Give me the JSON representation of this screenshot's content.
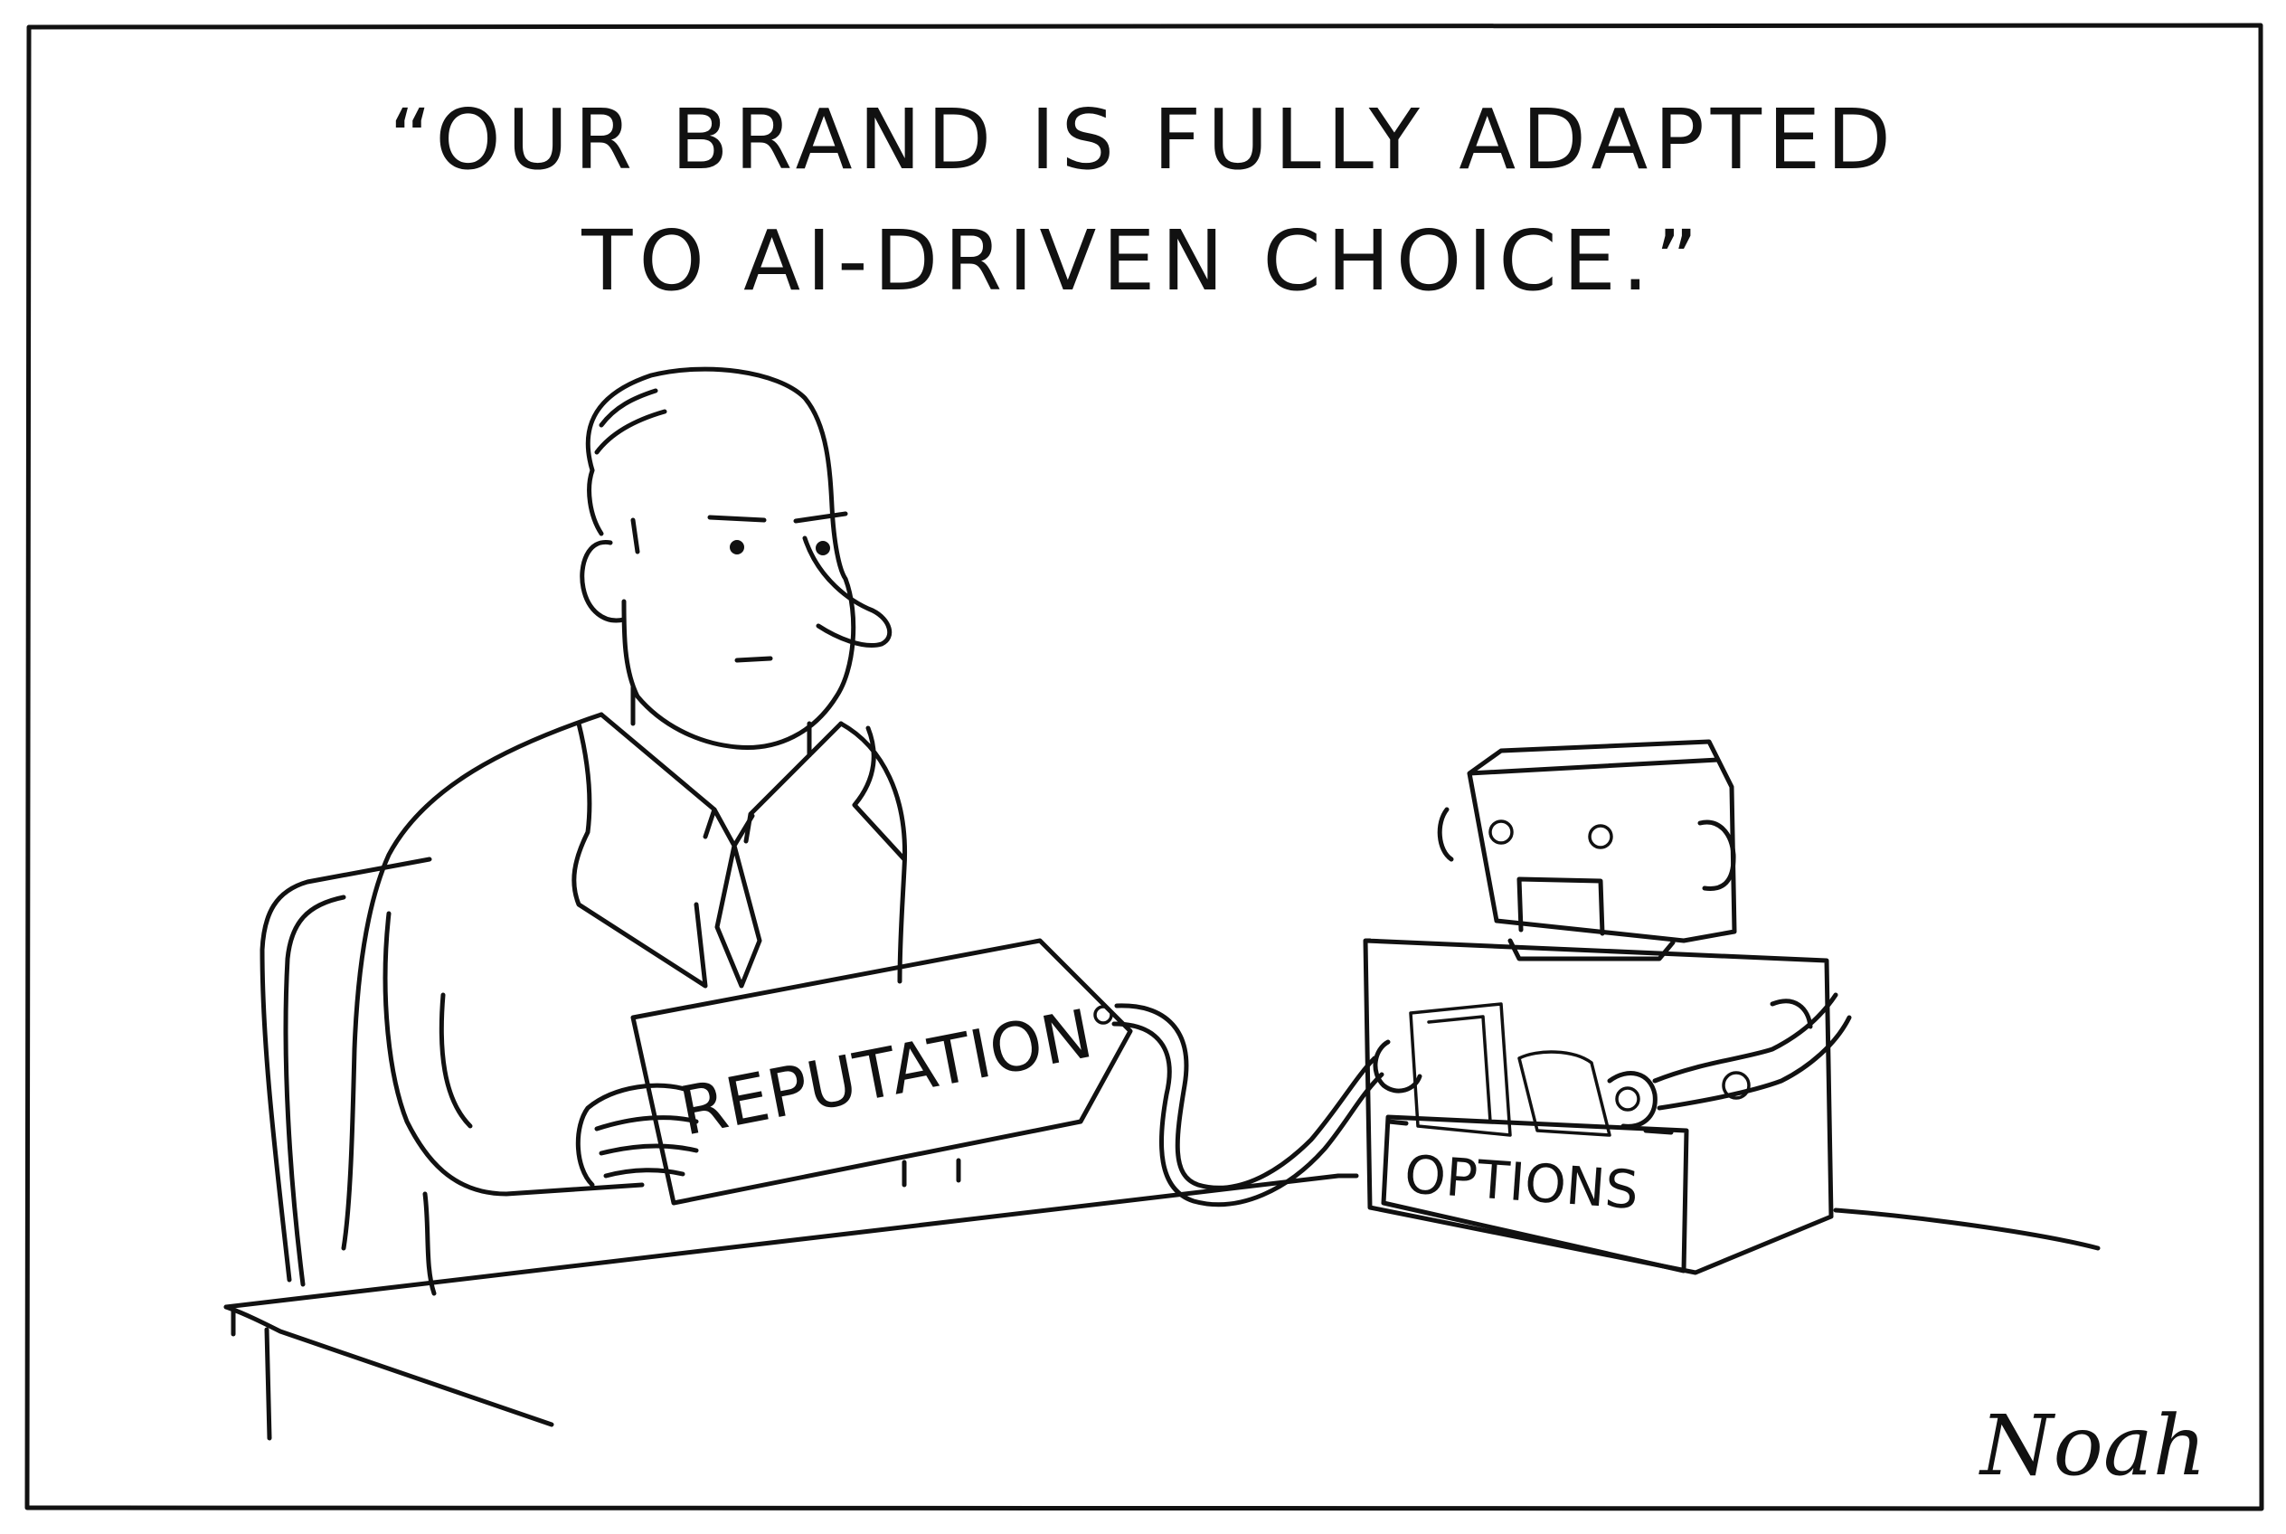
{
  "caption": {
    "line1": "“OUR BRAND IS FULLY ADAPTED",
    "line2": "TO AI-DRIVEN CHOICE.”"
  },
  "tag_label": "REPUTATION",
  "box_label": "OPTIONS",
  "signature": "Noah",
  "colors": {
    "ink": "#111111",
    "paper": "#ffffff"
  }
}
